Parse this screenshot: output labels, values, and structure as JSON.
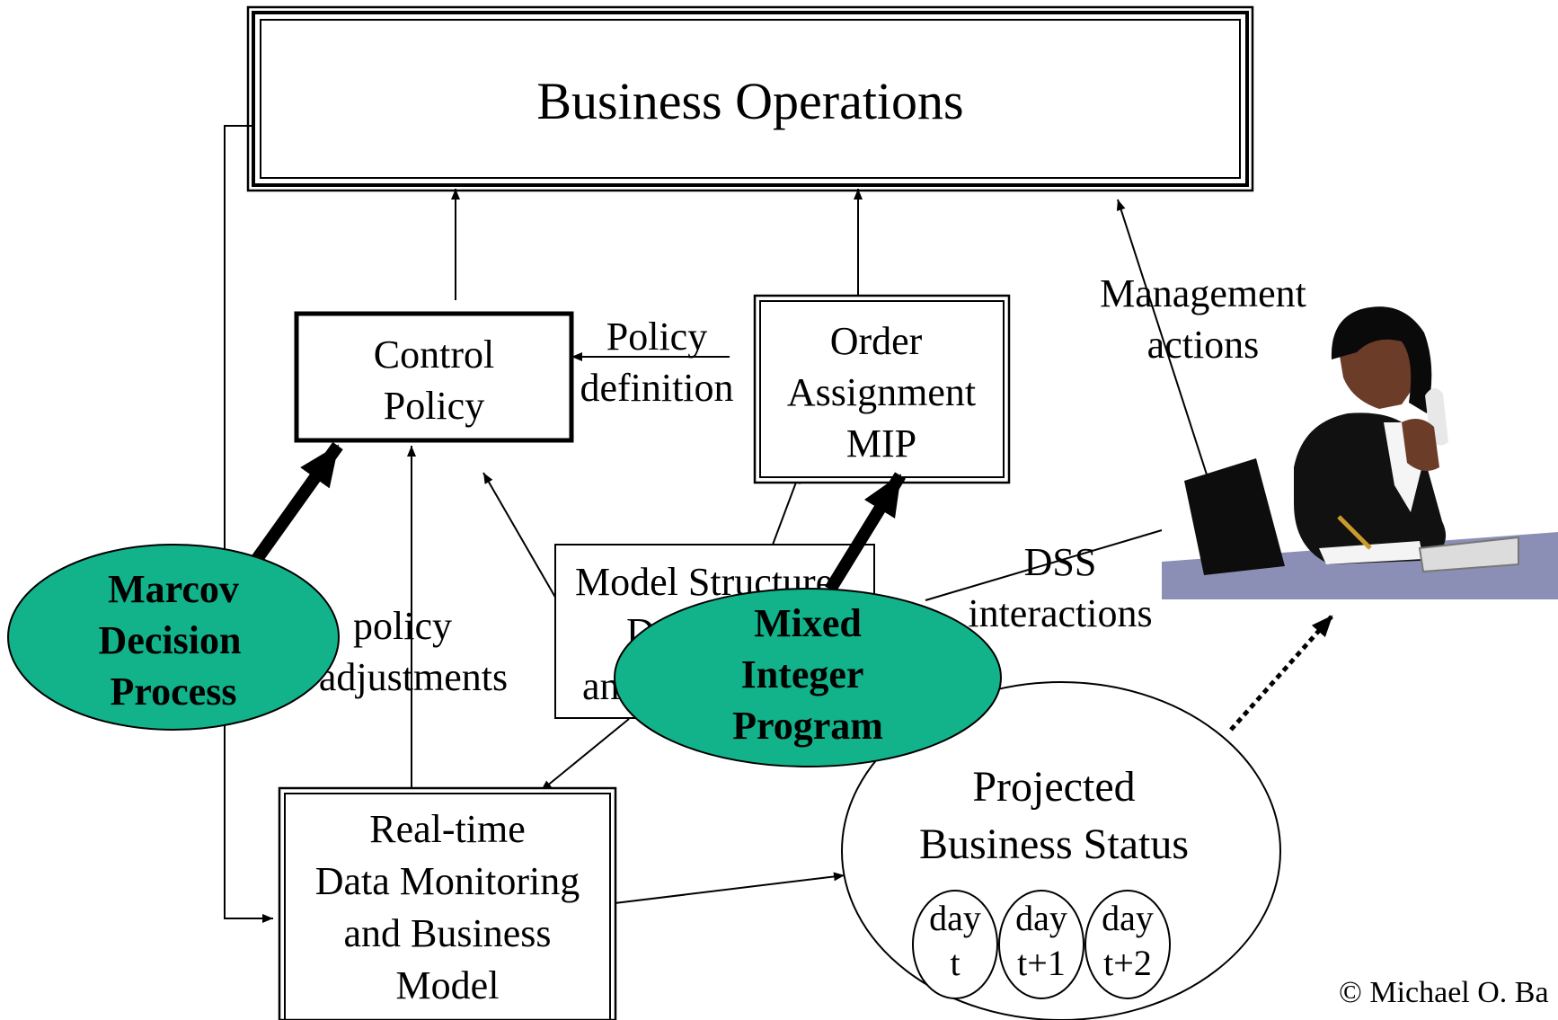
{
  "title": "Business Operations",
  "control_policy": [
    "Control",
    "Policy"
  ],
  "order_assignment": [
    "Order",
    "Assignment",
    "MIP"
  ],
  "model_structure": [
    "Model Structure",
    "D",
    "an"
  ],
  "realtime_model": [
    "Real-time",
    "Data Monitoring",
    "and Business",
    "Model"
  ],
  "projected_status": [
    "Projected",
    "Business Status"
  ],
  "days": [
    {
      "line1": "day",
      "line2": "t"
    },
    {
      "line1": "day",
      "line2": "t+1"
    },
    {
      "line1": "day",
      "line2": "t+2"
    }
  ],
  "labels": {
    "policy_definition": [
      "Policy",
      "definition"
    ],
    "policy_adjustments": [
      "policy",
      "adjustments"
    ],
    "management_actions": [
      "Management",
      "actions"
    ],
    "dss_interactions": [
      "DSS",
      "interactions"
    ]
  },
  "mdp": [
    "Marcov",
    "Decision",
    "Process"
  ],
  "mip": [
    "Mixed",
    "Integer",
    "Program"
  ],
  "copyright": "© Michael O. Ba",
  "colors": {
    "ellipse_fill": "#12b38a",
    "desk": "#8b8fb5",
    "line": "#000000"
  }
}
